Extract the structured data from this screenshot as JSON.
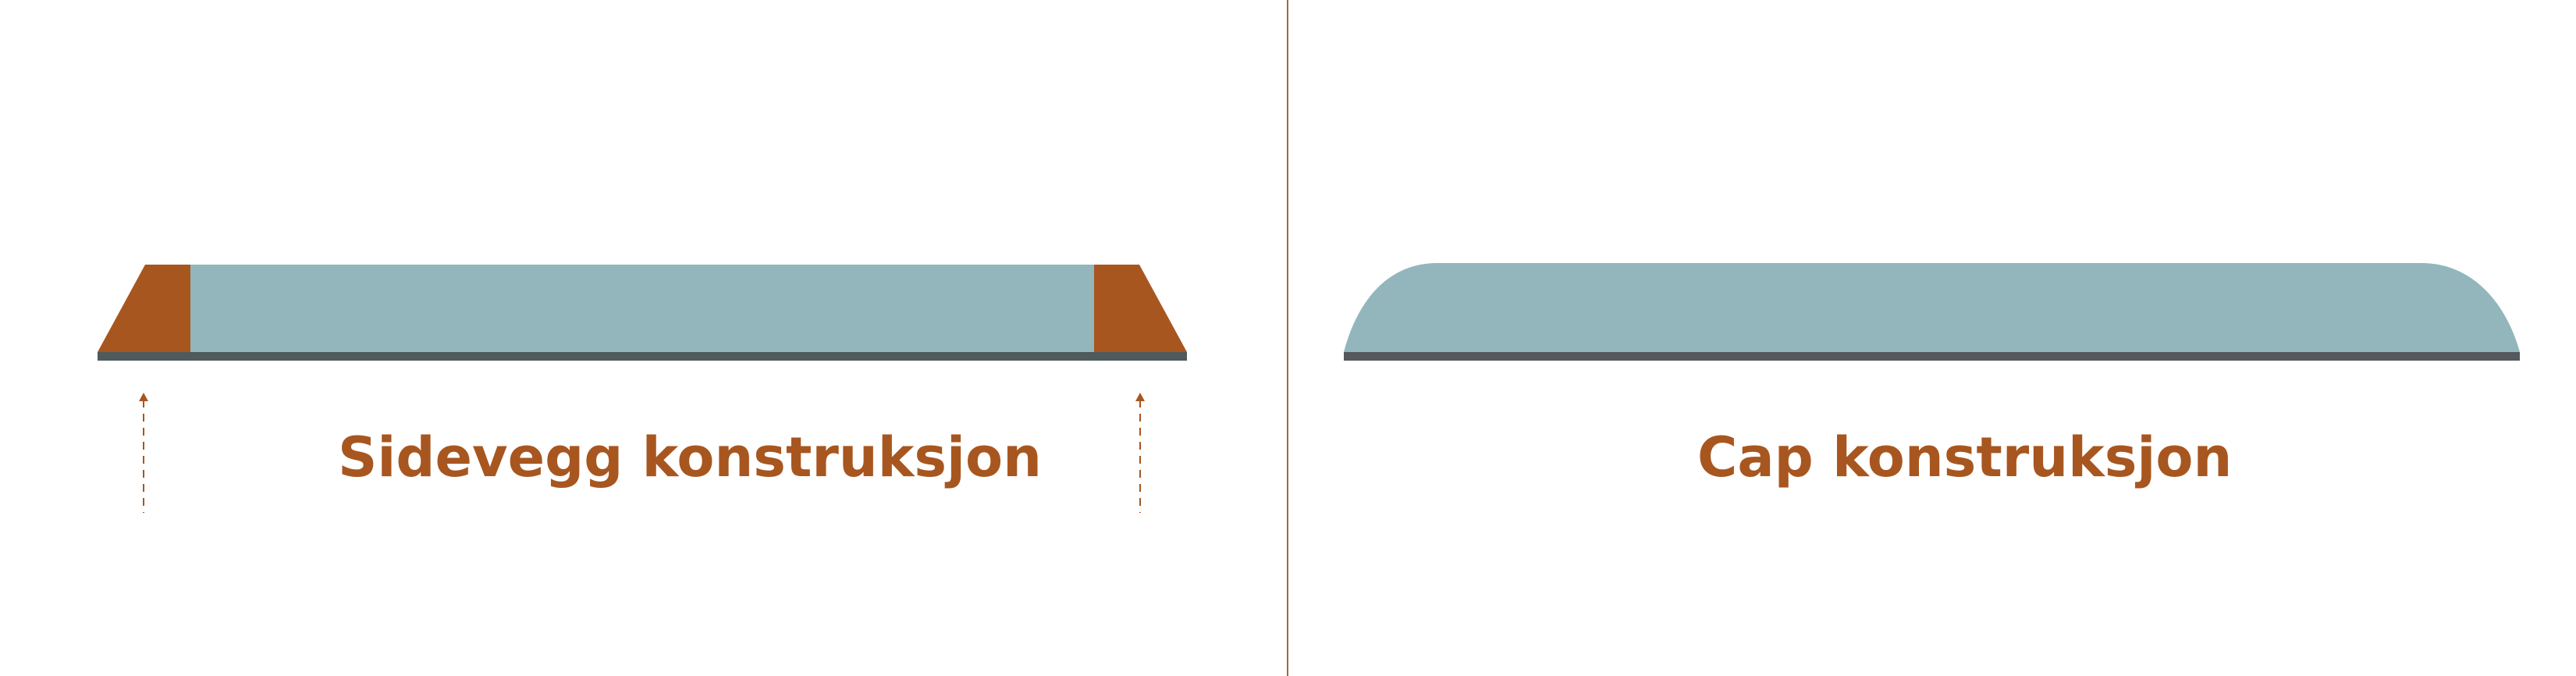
{
  "colors": {
    "accent": "#a8561f",
    "panel_fill": "#92b6bc",
    "base_left": "#4f5a5c",
    "base_right": "#55585c",
    "divider": "#a8663a",
    "background": "#ffffff"
  },
  "left_panel": {
    "title": "Sidevegg konstruksjon",
    "shape": "trapezoid-with-brown-sidewalls",
    "arrows": [
      "arrow-up-dashed-left",
      "arrow-up-dashed-right"
    ]
  },
  "right_panel": {
    "title": "Cap konstruksjon",
    "shape": "rounded-cap"
  }
}
